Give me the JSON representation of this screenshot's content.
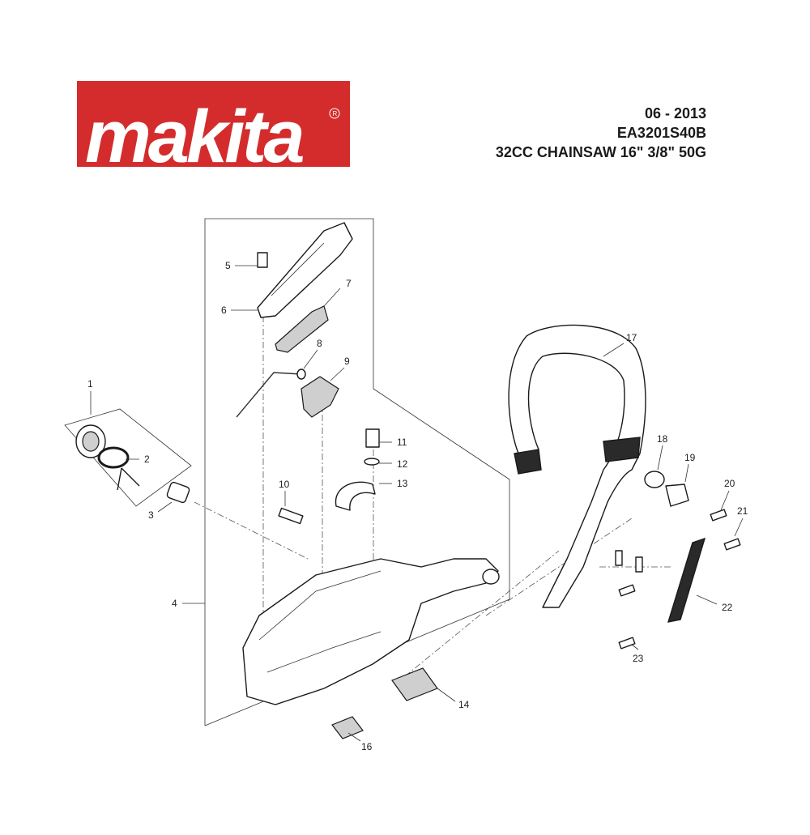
{
  "brand": {
    "logo_text": "makita",
    "registered_mark": "R",
    "color": "#d42c2c"
  },
  "header": {
    "date": "06 - 2013",
    "model": "EA3201S40B",
    "description": "32CC CHAINSAW 16\" 3/8\" 50G"
  },
  "callouts": [
    "1",
    "2",
    "3",
    "4",
    "5",
    "6",
    "7",
    "8",
    "9",
    "10",
    "11",
    "12",
    "13",
    "14",
    "16",
    "17",
    "18",
    "19",
    "20",
    "21",
    "22",
    "23"
  ]
}
